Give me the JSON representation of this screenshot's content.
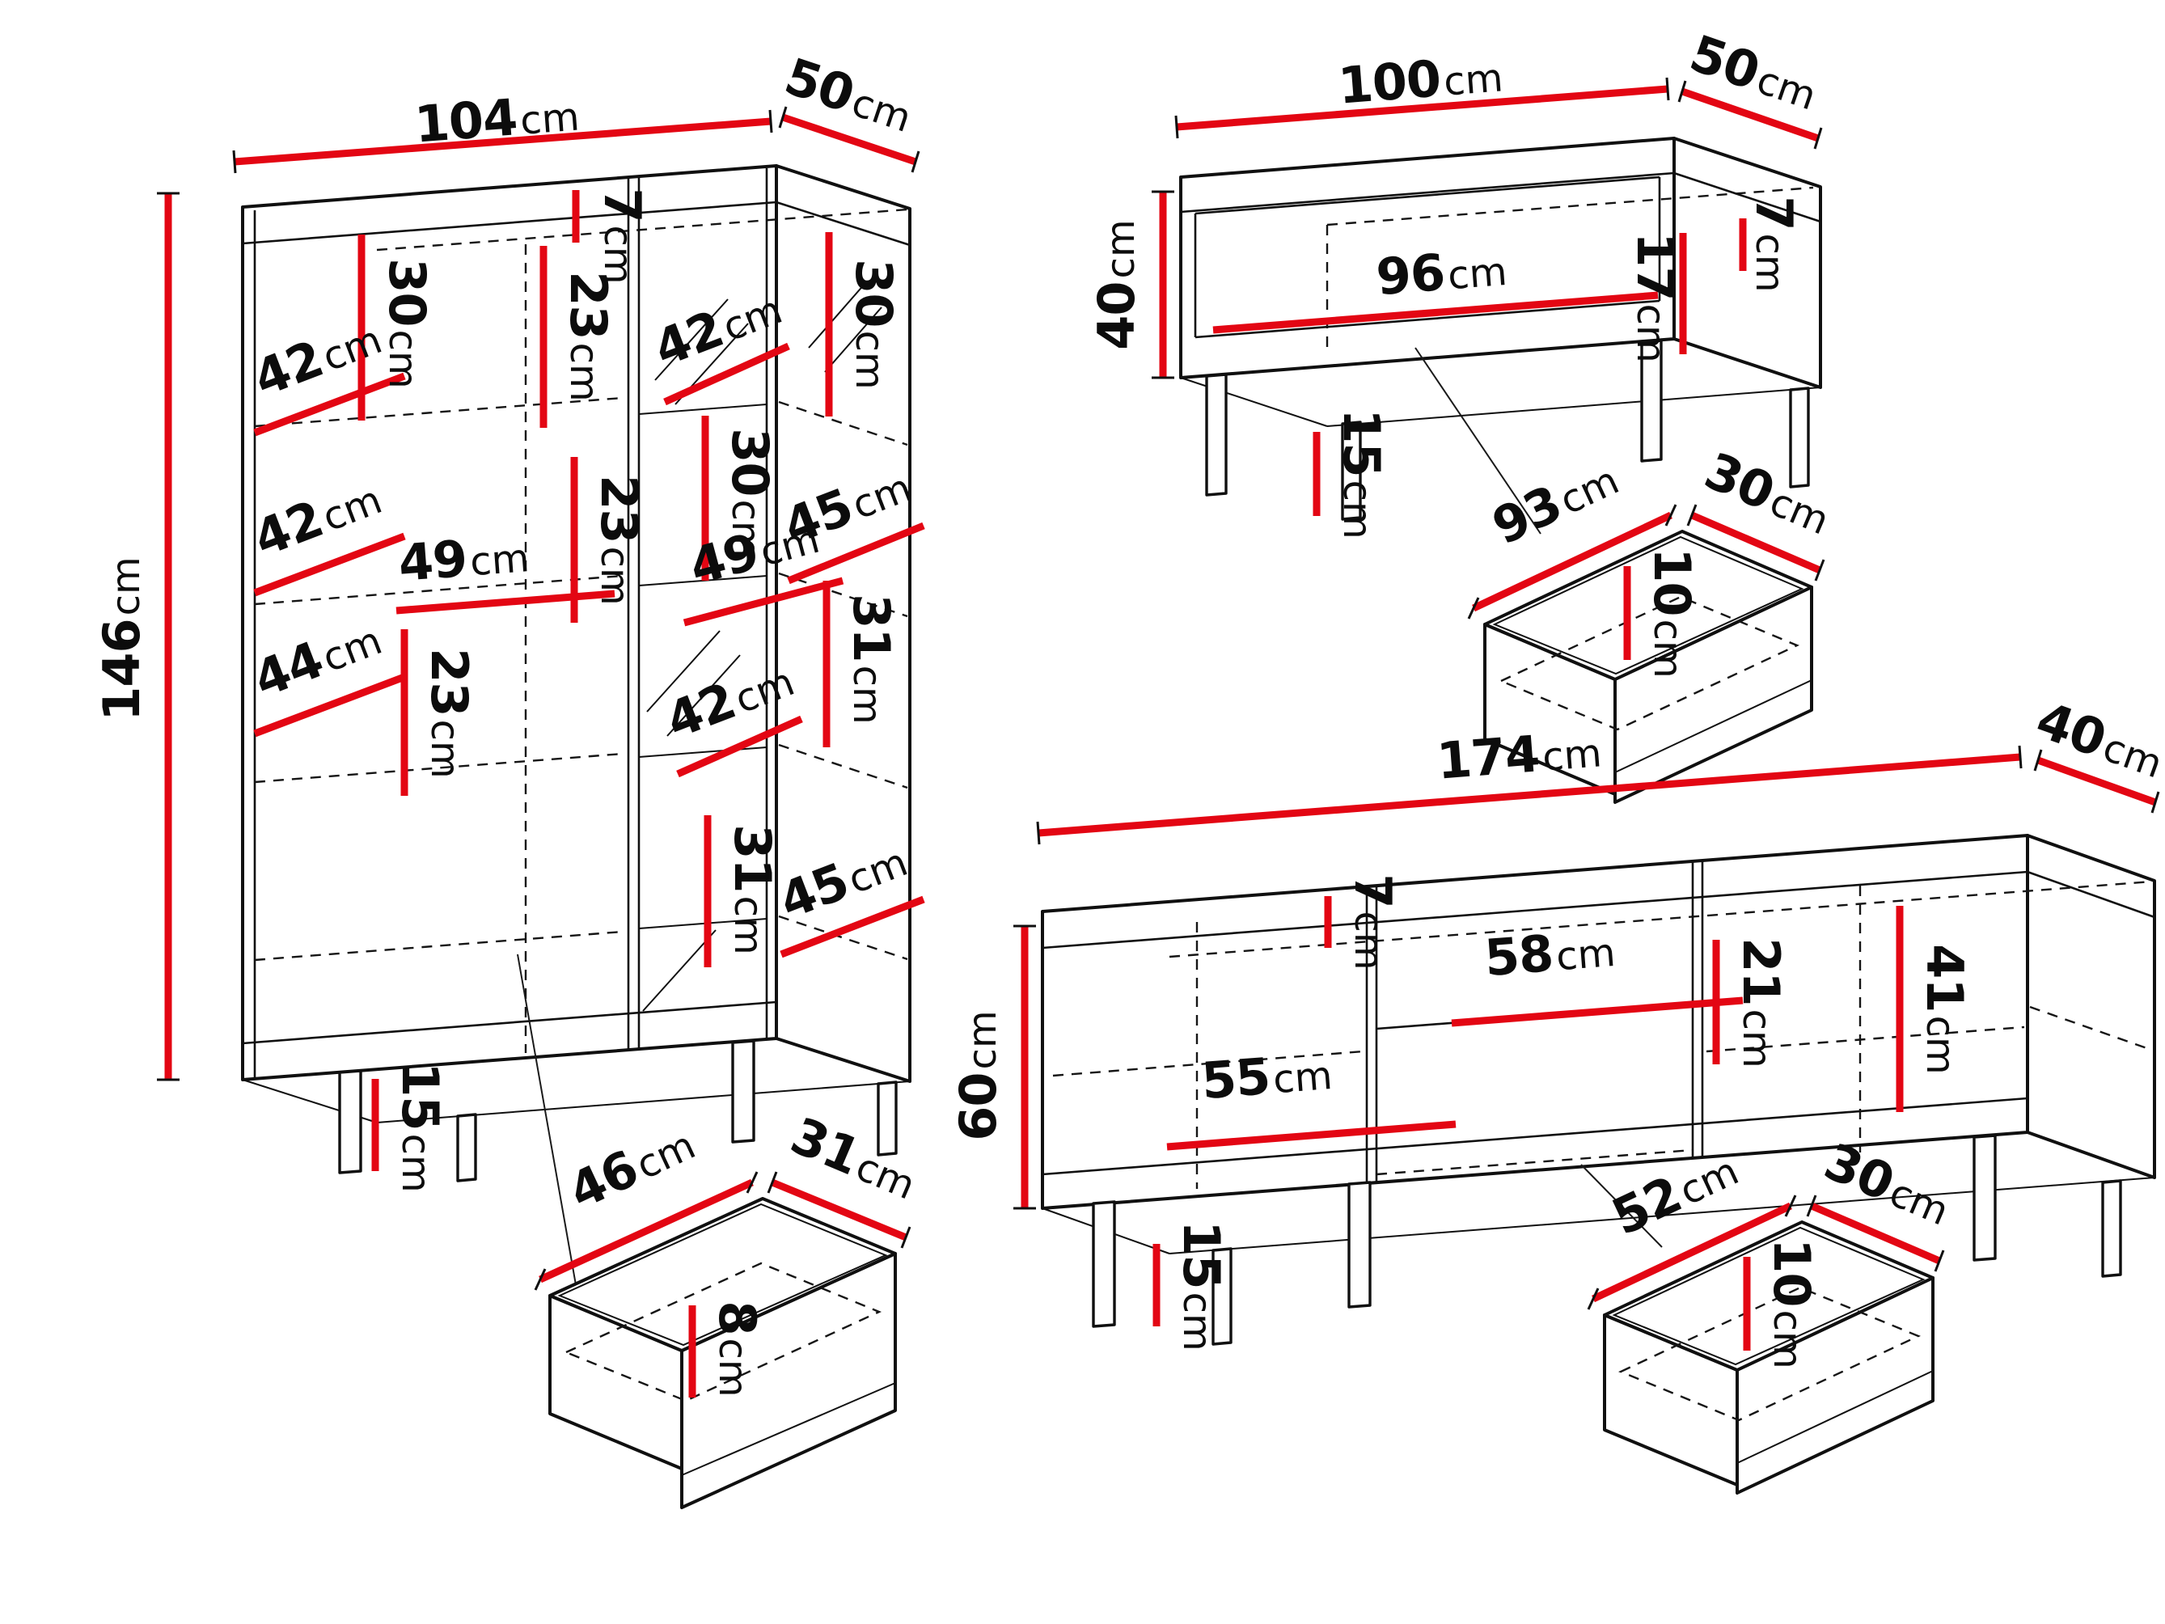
{
  "diagram": {
    "colors": {
      "dimension_red": "#e30613",
      "outline_black": "#101010",
      "background": "#ffffff"
    },
    "cabinet": {
      "width": {
        "value": "104",
        "unit": "cm"
      },
      "depth": {
        "value": "50",
        "unit": "cm"
      },
      "height": {
        "value": "146",
        "unit": "cm"
      },
      "top_panel": {
        "value": "7",
        "unit": "cm"
      },
      "left_top_clearance": {
        "value": "30",
        "unit": "cm"
      },
      "left_top_gap": {
        "value": "23",
        "unit": "cm"
      },
      "right_top_clearance": {
        "value": "30",
        "unit": "cm"
      },
      "side_shelf_upper": {
        "value": "42",
        "unit": "cm"
      },
      "side_shelf_middle": {
        "value": "42",
        "unit": "cm"
      },
      "side_shelf_lower": {
        "value": "44",
        "unit": "cm"
      },
      "left_inner_width": {
        "value": "49",
        "unit": "cm"
      },
      "middle_gap_upper": {
        "value": "23",
        "unit": "cm"
      },
      "middle_gap_lower": {
        "value": "23",
        "unit": "cm"
      },
      "glass_shelf_top": {
        "value": "42",
        "unit": "cm"
      },
      "glass_clearance_upper": {
        "value": "30",
        "unit": "cm"
      },
      "glass_depth_upper": {
        "value": "45",
        "unit": "cm"
      },
      "right_inner_width": {
        "value": "49",
        "unit": "cm"
      },
      "glass_gap_upper": {
        "value": "31",
        "unit": "cm"
      },
      "glass_shelf_middle": {
        "value": "42",
        "unit": "cm"
      },
      "glass_gap_lower": {
        "value": "31",
        "unit": "cm"
      },
      "glass_depth_lower": {
        "value": "45",
        "unit": "cm"
      },
      "leg_height": {
        "value": "15",
        "unit": "cm"
      }
    },
    "cabinet_drawer": {
      "width": {
        "value": "46",
        "unit": "cm"
      },
      "depth": {
        "value": "31",
        "unit": "cm"
      },
      "inner_height": {
        "value": "8",
        "unit": "cm"
      }
    },
    "coffee_table": {
      "width": {
        "value": "100",
        "unit": "cm"
      },
      "depth": {
        "value": "50",
        "unit": "cm"
      },
      "height": {
        "value": "40",
        "unit": "cm"
      },
      "inner_width": {
        "value": "96",
        "unit": "cm"
      },
      "inner_height": {
        "value": "17",
        "unit": "cm"
      },
      "top_panel": {
        "value": "7",
        "unit": "cm"
      },
      "leg_height": {
        "value": "15",
        "unit": "cm"
      }
    },
    "coffee_table_drawer": {
      "width": {
        "value": "93",
        "unit": "cm"
      },
      "depth": {
        "value": "30",
        "unit": "cm"
      },
      "inner_height": {
        "value": "10",
        "unit": "cm"
      }
    },
    "tv_stand": {
      "width": {
        "value": "174",
        "unit": "cm"
      },
      "depth": {
        "value": "40",
        "unit": "cm"
      },
      "height": {
        "value": "60",
        "unit": "cm"
      },
      "top_panel": {
        "value": "7",
        "unit": "cm"
      },
      "middle_inner_width": {
        "value": "58",
        "unit": "cm"
      },
      "middle_inner_height": {
        "value": "21",
        "unit": "cm"
      },
      "door_inner_width": {
        "value": "55",
        "unit": "cm"
      },
      "door_inner_height": {
        "value": "41",
        "unit": "cm"
      },
      "leg_height": {
        "value": "15",
        "unit": "cm"
      }
    },
    "tv_stand_drawer": {
      "width": {
        "value": "52",
        "unit": "cm"
      },
      "depth": {
        "value": "30",
        "unit": "cm"
      },
      "inner_height": {
        "value": "10",
        "unit": "cm"
      }
    }
  }
}
